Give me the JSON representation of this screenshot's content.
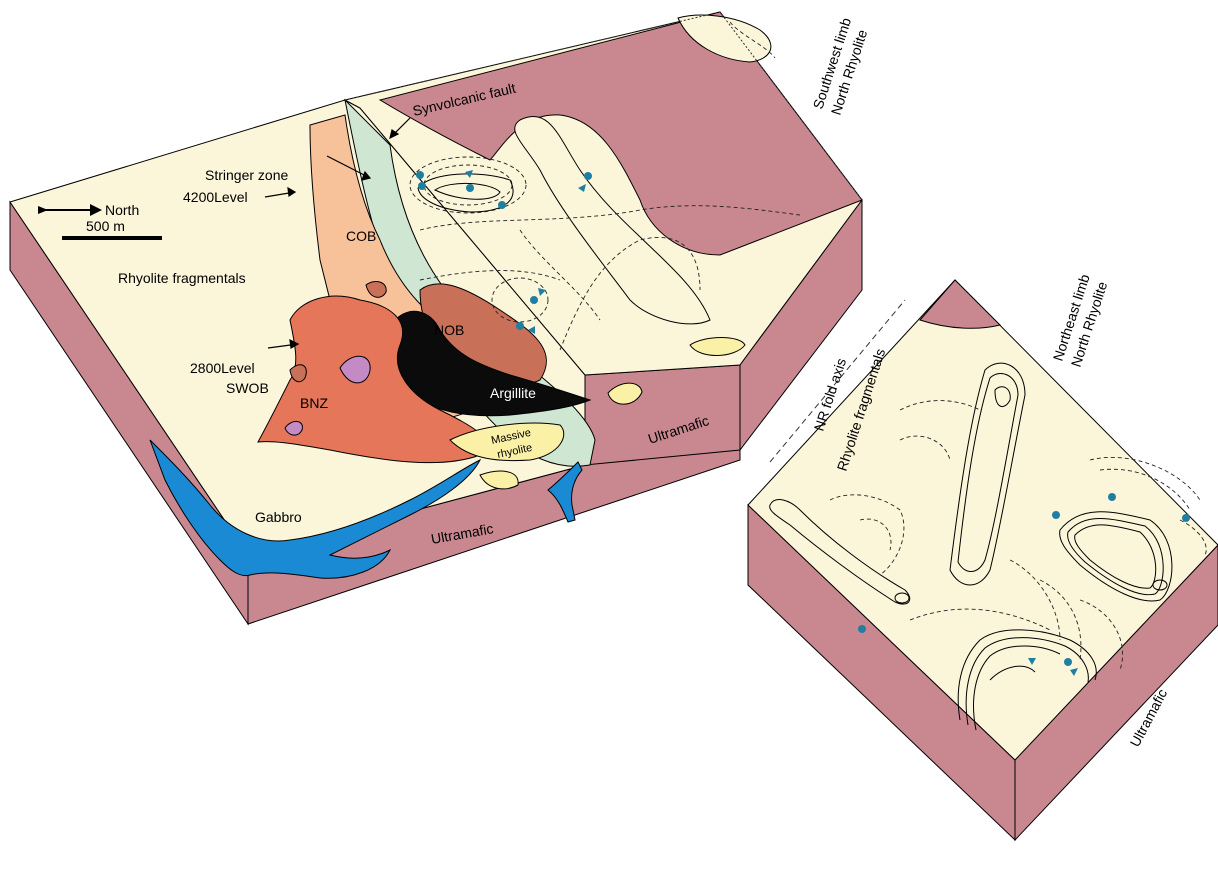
{
  "colors": {
    "surface": "#fbf5da",
    "side": "#c98890",
    "orange": "#e5765a",
    "tan": "#f7c29a",
    "rust": "#c87158",
    "green": "#cfe6d2",
    "gabbro": "#1b8ad4",
    "argillite": "#0b0b0b",
    "purple": "#c48ac5",
    "massive": "#fbf1a6",
    "marker": "#1f7fa3"
  },
  "labels": {
    "north": "North",
    "scale": "500 m",
    "stringer_zone": "Stringer zone",
    "synvolcanic_fault": "Synvolcanic fault",
    "level_4200": "4200Level",
    "cob": "COB",
    "rhyolite_fragmentals_left": "Rhyolite fragmentals",
    "level_2800": "2800Level",
    "swob": "SWOB",
    "bnz": "BNZ",
    "nob": "NOB",
    "argillite": "Argillite",
    "massive_line1": "Massive",
    "massive_line2": "rhyolite",
    "gabbro": "Gabbro",
    "ultramafic_bottom": "Ultramafic",
    "ultramafic_mid": "Ultramafic",
    "ultramafic_right": "Ultramafic",
    "sw_limb_line1": "Southwest limb",
    "sw_limb_line2": "North Rhyolite",
    "ne_limb_line1": "Northeast limb",
    "ne_limb_line2": "North Rhyolite",
    "nr_fold_axis": "NR fold axis",
    "rhyolite_fragmentals_right": "Rhyolite fragmentals"
  }
}
